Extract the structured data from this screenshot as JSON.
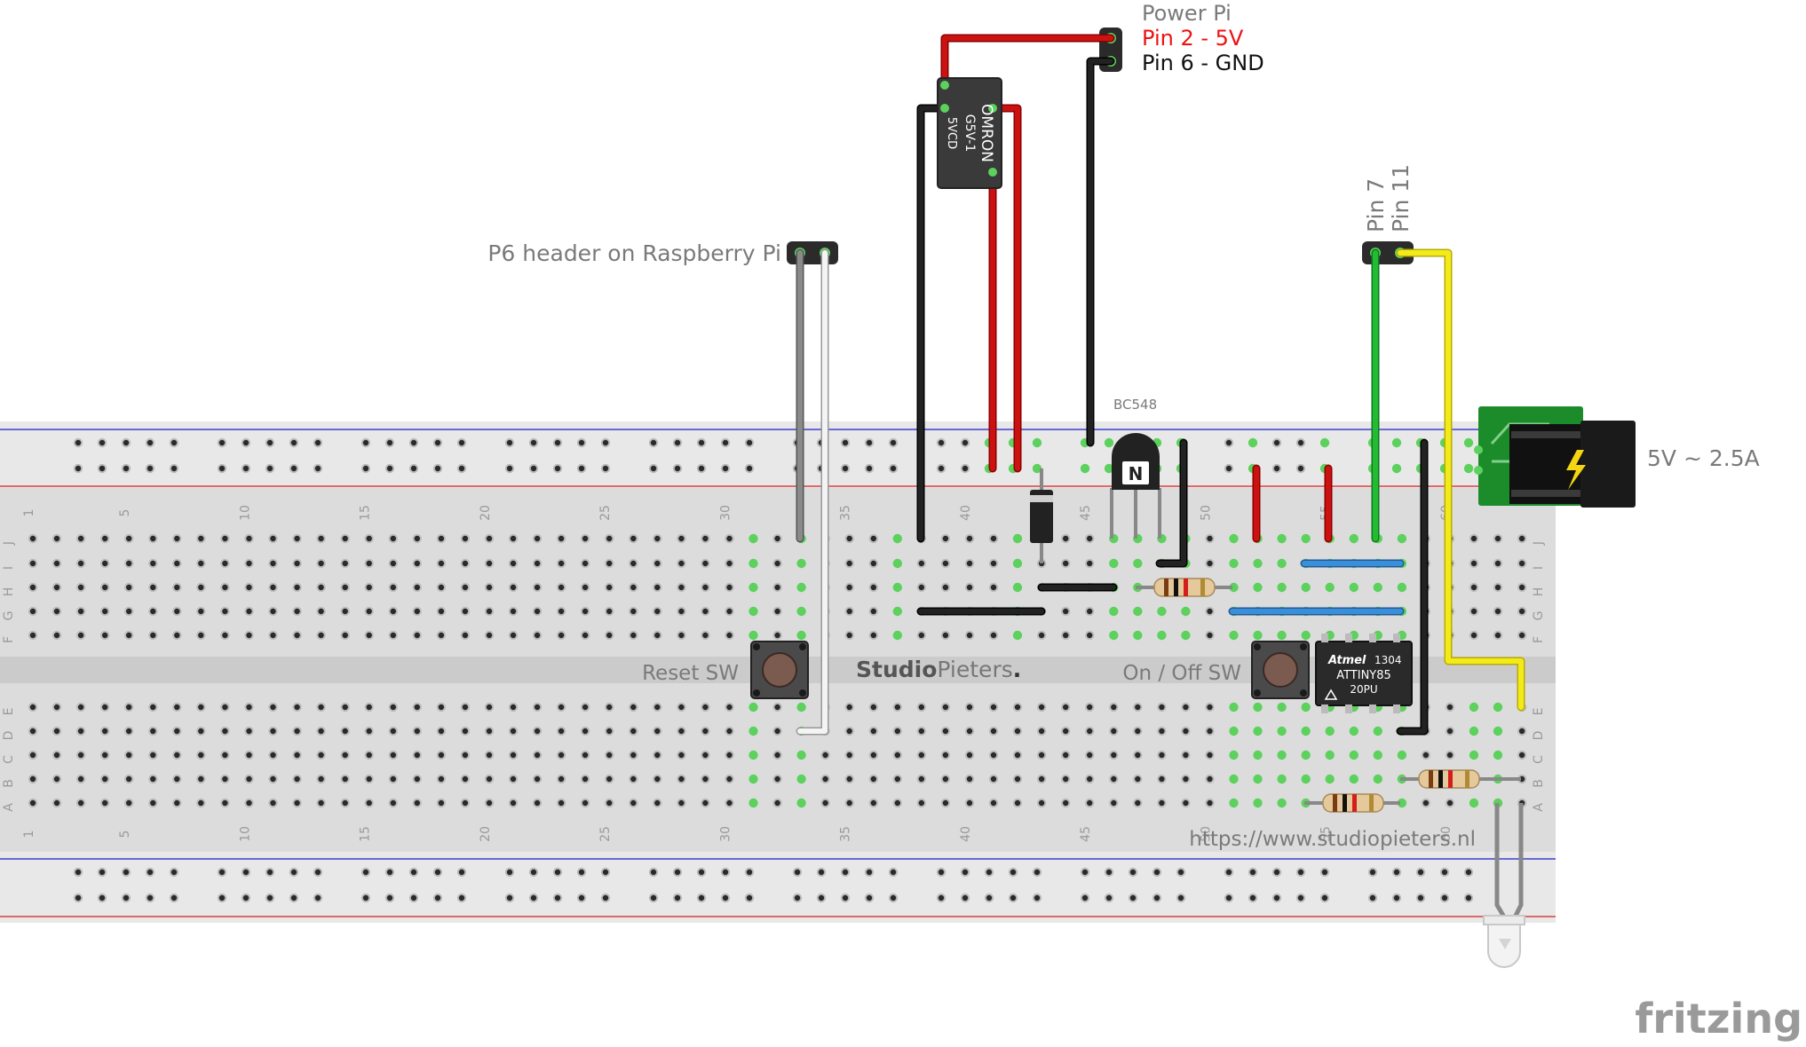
{
  "labels": {
    "power_pi": "Power Pi",
    "pin2": "Pin 2 - 5V",
    "pin6": "Pin 6 - GND",
    "p6_header": "P6 header on Raspberry Pi",
    "pin7": "Pin 7",
    "pin11": "Pin 11",
    "bc548": "BC548",
    "power_jack": "5V ~ 2.5A",
    "reset_sw": "Reset SW",
    "onoff_sw": "On / Off SW",
    "brand_bold": "Studio",
    "brand_light": "Pieters",
    "brand_dot": ".",
    "url": "https://www.studiopieters.nl",
    "fritzing": "fritzing"
  },
  "relay": {
    "brand": "OMRON",
    "model": "G5V-1",
    "coil": "5VCD"
  },
  "chip": {
    "logo": "Atmel",
    "code": "1304",
    "name": "ATTINY85",
    "pkg": "20PU"
  },
  "breadboard": {
    "row_letters_top": [
      "J",
      "I",
      "H",
      "G",
      "F"
    ],
    "row_letters_bottom": [
      "E",
      "D",
      "C",
      "B",
      "A"
    ],
    "column_numbers": [
      "1",
      "5",
      "10",
      "15",
      "20",
      "25",
      "30",
      "35",
      "40",
      "45",
      "50",
      "55",
      "60"
    ]
  },
  "colors": {
    "wire_red": "#cc1111",
    "wire_black": "#222222",
    "wire_green": "#22bb33",
    "wire_yellow": "#f2ea1a",
    "wire_grey": "#8a8a8a",
    "wire_white": "#f4f4f4",
    "wire_blue": "#3a8fd8",
    "board": "#dcdcdc",
    "active_hole": "#5dd15d",
    "rail_red": "#d84040",
    "rail_blue": "#3f3fd0",
    "pcb_green": "#1c8b2a"
  }
}
